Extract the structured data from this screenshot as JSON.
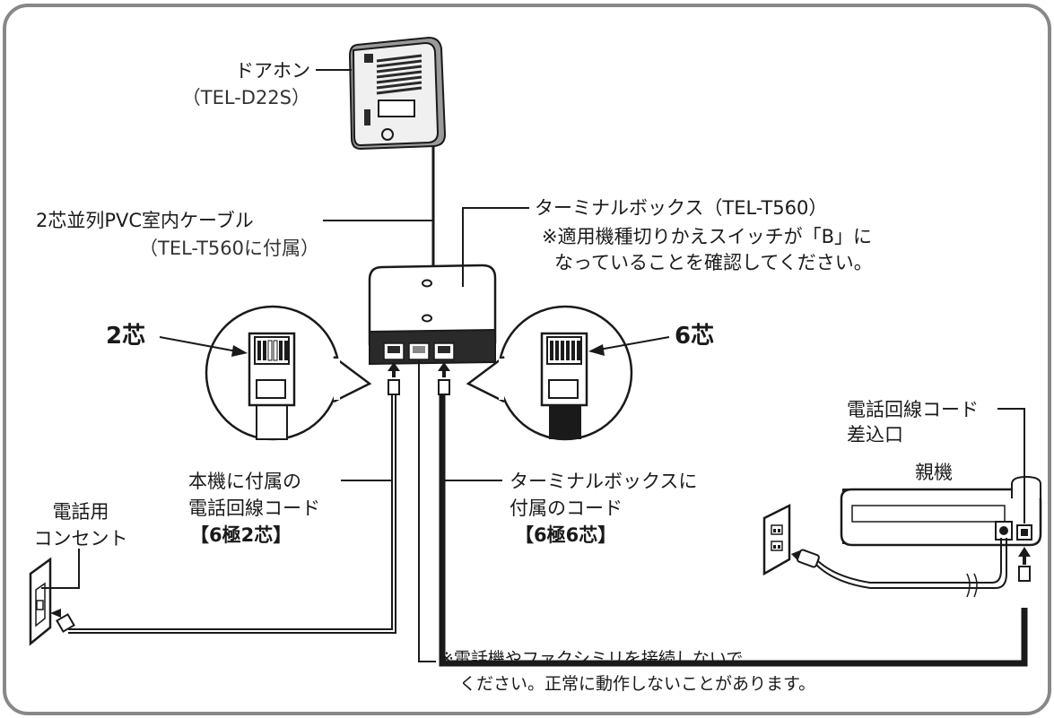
{
  "door_phone": {
    "name": "ドアホン",
    "model": "（TEL-D22S）"
  },
  "cable": {
    "name": "2芯並列PVC室内ケーブル",
    "note": "（TEL-T560に付属）"
  },
  "terminal_box": {
    "name": "ターミナルボックス（TEL-T560）",
    "note_line1": "※適用機種切りかえスイッチが「B」に",
    "note_line2": "なっていることを確認してください。"
  },
  "conductor_2": "2芯",
  "conductor_6": "6芯",
  "outlet": {
    "line1": "電話用",
    "line2": "コンセント"
  },
  "supplied_cord": {
    "line1": "本機に付属の",
    "line2": "電話回線コード",
    "spec": "【6極2芯】"
  },
  "box_cord": {
    "line1": "ターミナルボックスに",
    "line2": "付属のコード",
    "spec": "【6極6芯】"
  },
  "jack": {
    "line1": "電話回線コード",
    "line2": "差込口"
  },
  "base_unit": "親機",
  "warning": {
    "line1": "※電話機やファクシミリを接続しないで",
    "line2": "ください。正常に動作しないことがあります。"
  }
}
